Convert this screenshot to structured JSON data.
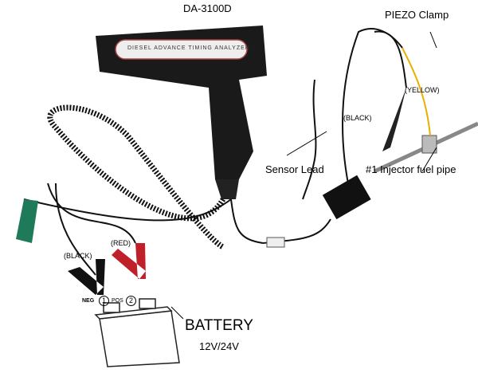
{
  "title": "DA-3100D",
  "device_label": "DIESEL ADVANCE TIMING ANALYZER",
  "labels": {
    "piezo_clamp": "PIEZO Clamp",
    "yellow": "(YELLOW)",
    "black_sensor": "(BLACK)",
    "sensor_lead": "Sensor Lead",
    "injector_pipe": "#1 Injector fuel pipe",
    "red": "(RED)",
    "black_clamp": "(BLACK)",
    "neg": "NEG",
    "neg_num": "1",
    "pos": "POS",
    "pos_num": "2",
    "battery": "BATTERY",
    "voltage": "12V/24V"
  },
  "colors": {
    "red_clamp": "#c0202a",
    "green_clip": "#1f7a5a",
    "yellow_wire": "#e8b000"
  }
}
